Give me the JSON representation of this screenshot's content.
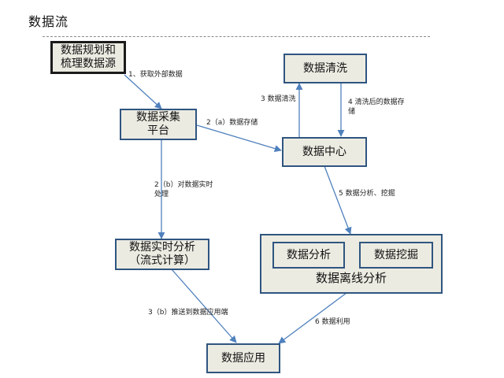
{
  "title": "数据流",
  "nodes": {
    "source": "数据规划和\n梳理数据源",
    "collect": "数据采集\n平台",
    "clean": "数据清洗",
    "center": "数据中心",
    "realtime": "数据实时分析\n（流式计算）",
    "offline": "数据离线分析",
    "analysis": "数据分析",
    "mining": "数据挖掘",
    "app": "数据应用"
  },
  "edges": {
    "e1": "1、获取外部数据",
    "e2a": "2（a）数据存储",
    "e2b": "2（b）对数据实时\n处理",
    "e3_clean": "3 数据清洗",
    "e4": "4 清洗后的数据存\n储",
    "e5": "5 数据分析、挖掘",
    "e3b": "3（b）推送到数据应用端",
    "e6": "6 数据利用"
  },
  "colors": {
    "node_fill": "#ecebe2",
    "node_border": "#2f5580",
    "arrow": "#4f81bd"
  }
}
